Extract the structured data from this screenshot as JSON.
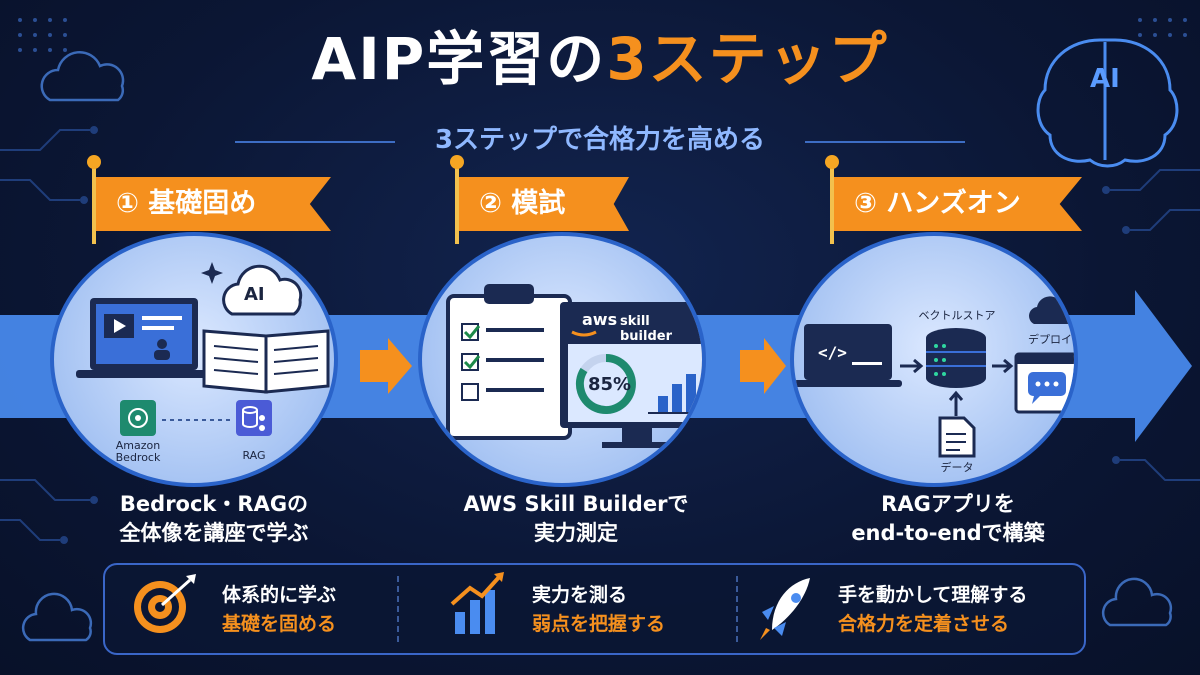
{
  "title": {
    "part1": "AIP学習の",
    "part2": "3ステップ"
  },
  "subtitle": "3ステップで合格力を高める",
  "corner_badge": "AI",
  "steps": [
    {
      "banner": "① 基礎固め",
      "caption_line1": "Bedrock・RAGの",
      "caption_line2": "全体像を講座で学ぶ",
      "badge": "AI",
      "icon1_label1": "Amazon",
      "icon1_label2": "Bedrock",
      "icon2_label": "RAG"
    },
    {
      "banner": "② 模試",
      "caption_line1": "AWS Skill Builderで",
      "caption_line2": "実力測定",
      "brand": "aws",
      "brand_sub": "skill builder",
      "score": "85%"
    },
    {
      "banner": "③ ハンズオン",
      "caption_line1": "RAGアプリを",
      "caption_line2": "end-to-endで構築",
      "vector_label": "ベクトルストア",
      "deploy_label": "デプロイ",
      "data_label": "データ"
    }
  ],
  "benefits": [
    {
      "line1": "体系的に学ぶ",
      "line2": "基礎を固める",
      "icon": "target-icon"
    },
    {
      "line1": "実力を測る",
      "line2": "弱点を把握する",
      "icon": "growth-chart-icon"
    },
    {
      "line1": "手を動かして理解する",
      "line2": "合格力を定着させる",
      "icon": "rocket-icon"
    }
  ],
  "colors": {
    "accent": "#f5901e",
    "background": "#0b1634",
    "arrow": "#4a8cf0",
    "subtitle": "#8fb8ff"
  }
}
